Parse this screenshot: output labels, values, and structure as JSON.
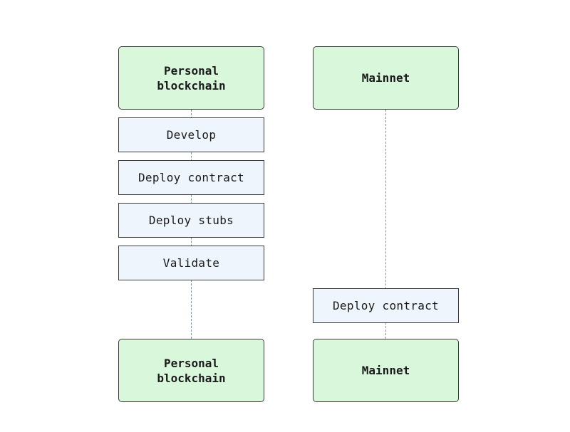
{
  "colors": {
    "participant_fill": "#d8f7db",
    "step_fill": "#eff5fc",
    "border": "#3a3a3a",
    "lifeline": "#7f93a0"
  },
  "participants": {
    "personal_top": "Personal\nblockchain",
    "mainnet_top": "Mainnet",
    "personal_bottom": "Personal\nblockchain",
    "mainnet_bottom": "Mainnet"
  },
  "steps": {
    "develop": "Develop",
    "deploy_contract_local": "Deploy contract",
    "deploy_stubs": "Deploy stubs",
    "validate": "Validate",
    "deploy_contract_mainnet": "Deploy contract"
  }
}
